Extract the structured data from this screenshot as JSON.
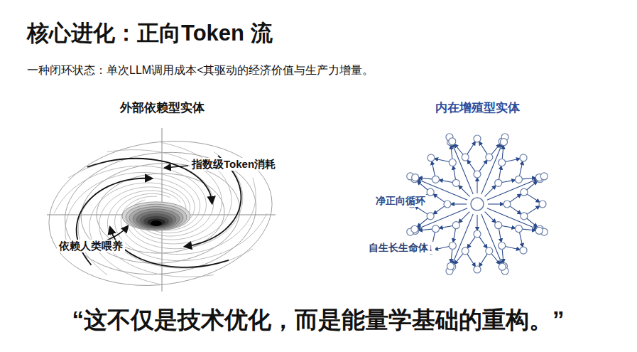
{
  "diagram": {
    "title": "核心进化：正向Token 流",
    "caption": "“这不仅是技术优化，而是能量学基础的重构。”",
    "labels": [
      "一种闭环状态：单次LLM调用成本<其驱动的经济价值与生产力增量。",
      "外部依赖型实体",
      "内在增殖型实体",
      "指数级Token消耗",
      "依赖人类喂养",
      "净正向循环",
      "自生长生命体↓"
    ]
  }
}
